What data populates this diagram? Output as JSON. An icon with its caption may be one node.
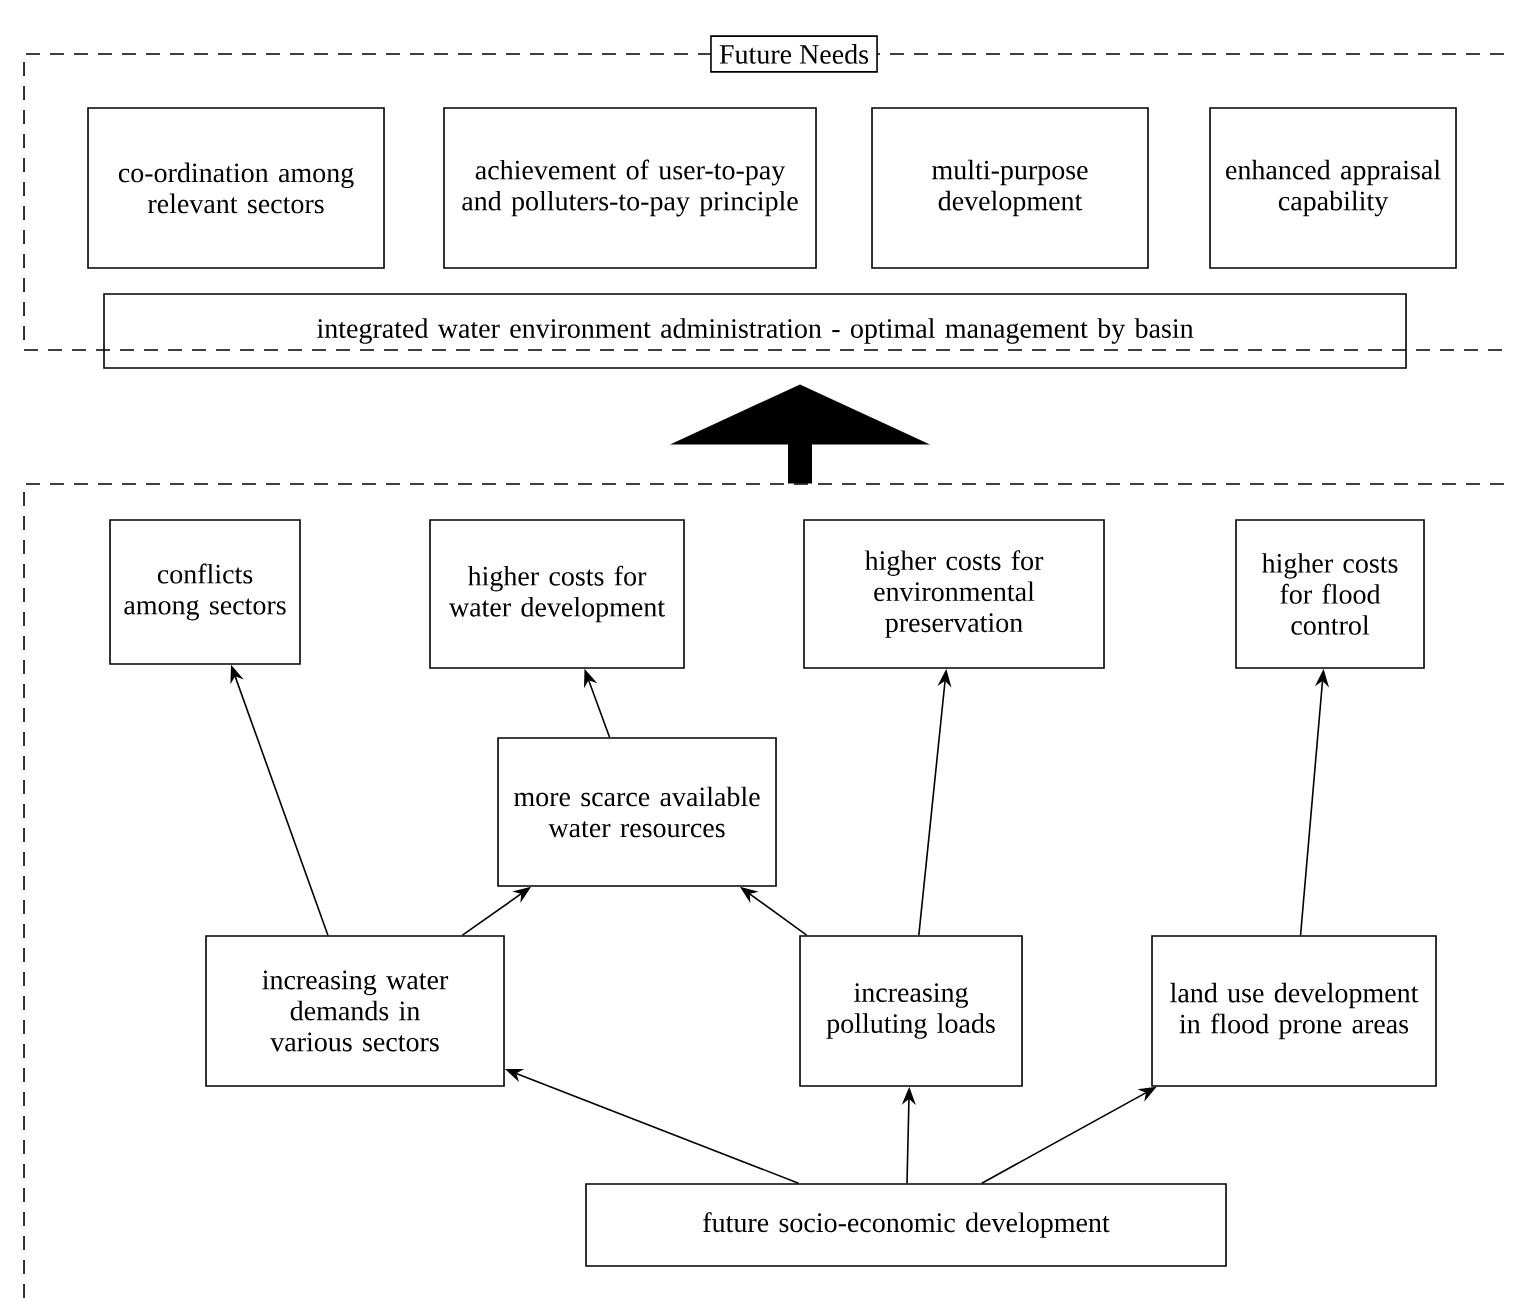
{
  "diagram": {
    "nodes": [
      {
        "text": [
          "Future Needs"
        ]
      },
      {
        "text": [
          "co-ordination among relevant sectors"
        ],
        "in": 0
      },
      {
        "text": [
          "achievement of user-to-pay and polluters-to-pay principle"
        ],
        "in": 0
      },
      {
        "text": [
          "multi-purpose development"
        ],
        "in": 0
      },
      {
        "text": [
          "enhanced appraisal capability"
        ],
        "in": 0
      },
      {
        "text": [
          "integrated water environment administration - optimal management by basin"
        ],
        "in": 0
      },
      {
        "text": [],
        "shape": "box"
      },
      {
        "text": [
          "conflicts among sectors"
        ],
        "in": 6
      },
      {
        "text": [
          "higher costs for water development"
        ],
        "in": 6
      },
      {
        "text": [
          "higher costs for environmental preservation"
        ],
        "in": 6
      },
      {
        "text": [
          "higher costs for flood control"
        ],
        "in": 6
      },
      {
        "text": [
          "more scarce available water resources"
        ],
        "in": 6
      },
      {
        "text": [
          "increasing water demands in various sectors"
        ],
        "in": 6
      },
      {
        "text": [
          "increasing polluting loads"
        ],
        "in": 6
      },
      {
        "text": [
          "land use development in flood prone areas"
        ],
        "in": 6
      },
      {
        "text": [
          "future socio-economic development"
        ],
        "in": 6
      }
    ],
    "edges": [
      {
        "from": 6,
        "to": 0,
        "arrow": "to",
        "style": "thick"
      },
      {
        "from": 12,
        "to": 7,
        "arrow": "to"
      },
      {
        "from": 12,
        "to": 11,
        "arrow": "to"
      },
      {
        "from": 11,
        "to": 8,
        "arrow": "to"
      },
      {
        "from": 13,
        "to": 11,
        "arrow": "to"
      },
      {
        "from": 13,
        "to": 9,
        "arrow": "to"
      },
      {
        "from": 14,
        "to": 10,
        "arrow": "to"
      },
      {
        "from": 15,
        "to": 12,
        "arrow": "to"
      },
      {
        "from": 15,
        "to": 13,
        "arrow": "to"
      },
      {
        "from": 15,
        "to": 14,
        "arrow": "to"
      }
    ]
  }
}
